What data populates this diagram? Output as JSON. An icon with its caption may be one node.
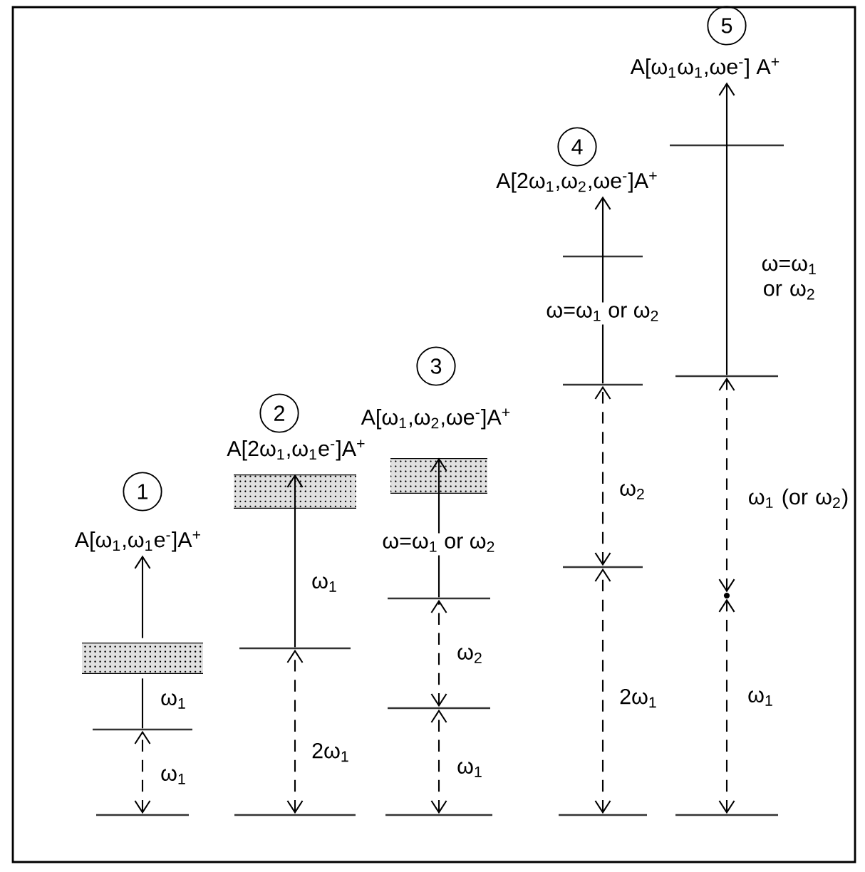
{
  "diagram": {
    "nodes": [
      {
        "text": [
          "1"
        ]
      },
      {
        "text": [
          "A[ω$_{1}$,ω$_{1}$e$^{-}$]A$^{+}$"
        ]
      },
      {
        "text": [],
        "shape": "band"
      },
      {
        "text": [],
        "shape": "line"
      },
      {
        "text": [],
        "shape": "line"
      },
      {
        "text": [
          "2"
        ]
      },
      {
        "text": [
          "A[2ω$_{1}$,ω$_{1}$e$^{-}$]A$^{+}$"
        ]
      },
      {
        "text": [],
        "shape": "band"
      },
      {
        "text": [],
        "shape": "line"
      },
      {
        "text": [],
        "shape": "line"
      },
      {
        "text": [
          "3"
        ]
      },
      {
        "text": [
          "A[ω$_{1}$,ω$_{2}$,ωe$^{-}$]A$^{+}$"
        ]
      },
      {
        "text": [],
        "shape": "band"
      },
      {
        "text": [],
        "shape": "line"
      },
      {
        "text": [],
        "shape": "line"
      },
      {
        "text": [],
        "shape": "line"
      },
      {
        "text": [
          "4"
        ]
      },
      {
        "text": [
          "A[2ω$_{1}$,ω$_{2}$,ωe$^{-}$]A$^{+}$"
        ]
      },
      {
        "text": [],
        "shape": "line"
      },
      {
        "text": [],
        "shape": "line"
      },
      {
        "text": [],
        "shape": "line"
      },
      {
        "text": [],
        "shape": "line"
      },
      {
        "text": [
          "5"
        ]
      },
      {
        "text": [
          "A[ω$_{1}$ω$_{1}$,ωe$^{-}$] A$^{+}$"
        ]
      },
      {
        "text": [],
        "shape": "line"
      },
      {
        "text": [],
        "shape": "line"
      },
      {
        "text": [],
        "shape": "point"
      },
      {
        "text": [],
        "shape": "line"
      }
    ],
    "edges": [
      {
        "from": 4,
        "to": 3,
        "arrow": "both",
        "style": "dashed",
        "label": "ω$_{1}$"
      },
      {
        "from": 3,
        "to": 2,
        "arrow": "none",
        "label": "ω$_{1}$"
      },
      {
        "from": 2,
        "to": 1,
        "arrow": "to"
      },
      {
        "from": 9,
        "to": 8,
        "arrow": "both",
        "style": "dashed",
        "label": "2ω$_{1}$"
      },
      {
        "from": 8,
        "to": 7,
        "arrow": "to",
        "label": "ω$_{1}$"
      },
      {
        "from": 15,
        "to": 14,
        "arrow": "both",
        "style": "dashed",
        "label": "ω$_{1}$"
      },
      {
        "from": 14,
        "to": 13,
        "arrow": "both",
        "style": "dashed",
        "label": "ω$_{2}$"
      },
      {
        "from": 13,
        "to": 12,
        "arrow": "to",
        "label": "ω=ω$_{1}$ or ω$_{2}$"
      },
      {
        "from": 21,
        "to": 20,
        "arrow": "both",
        "style": "dashed",
        "label": "2ω$_{1}$"
      },
      {
        "from": 20,
        "to": 19,
        "arrow": "both",
        "style": "dashed",
        "label": "ω$_{2}$"
      },
      {
        "from": 19,
        "to": 17,
        "arrow": "to",
        "label": "ω=ω$_{1}$ or ω$_{2}$"
      },
      {
        "from": 27,
        "to": 26,
        "arrow": "both",
        "style": "dashed",
        "label": "ω$_{1}$"
      },
      {
        "from": 26,
        "to": 25,
        "arrow": "both",
        "style": "dashed",
        "label": "ω$_{1}$ (or ω$_{2}$)"
      },
      {
        "from": 25,
        "to": 23,
        "arrow": "to",
        "label": "ω=ω$_{1}$ or ω$_{2}$"
      }
    ]
  }
}
